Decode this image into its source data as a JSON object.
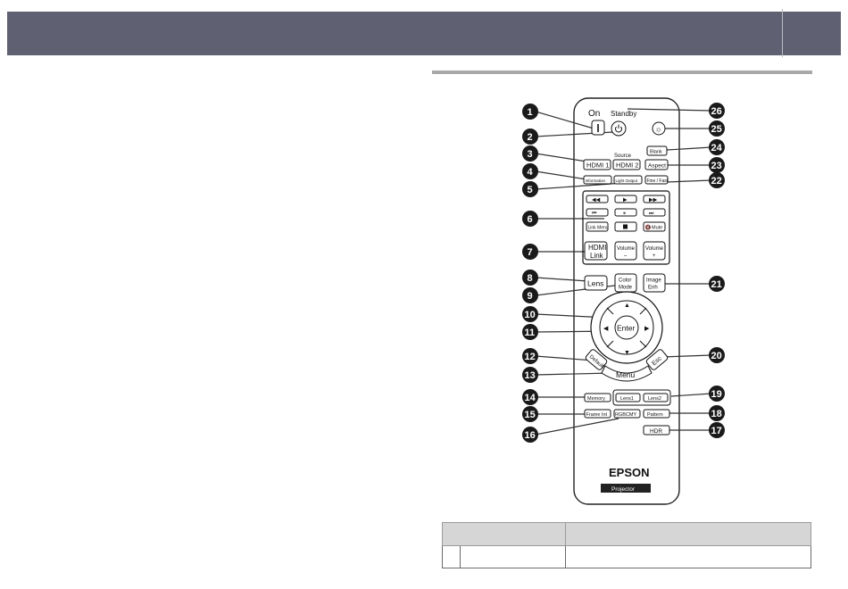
{
  "remote": {
    "labels": {
      "on": "On",
      "standby": "Standby",
      "source": "Source",
      "hdmi1": "HDMI 1",
      "hdmi2": "HDMI 2",
      "information": "Information",
      "light_output": "Light Output",
      "blank": "Blank",
      "aspect": "Aspect",
      "fine_fast": "Fine / Fast",
      "link_menu": "Link Menu",
      "mute": "Mute",
      "hdmi_link_1": "HDMI",
      "hdmi_link_2": "Link",
      "volume": "Volume",
      "minus": "–",
      "plus": "+",
      "lens": "Lens",
      "color_mode_1": "Color",
      "color_mode_2": "Mode",
      "image_enh_1": "Image",
      "image_enh_2": "Enh",
      "enter": "Enter",
      "default": "Default",
      "menu": "Menu",
      "esc": "Esc",
      "memory": "Memory",
      "lens1": "Lens1",
      "lens2": "Lens2",
      "frame_int": "Frame Int",
      "rgbcmy": "RGBCMY",
      "pattern": "Pattern",
      "hdr": "HDR",
      "brand": "EPSON",
      "projector": "Projector"
    },
    "icons": {
      "power": "power-icon",
      "light": "light-icon",
      "rewind": "rewind-icon",
      "play": "play-icon",
      "fast_forward": "fast-forward-icon",
      "skip_back": "skip-back-icon",
      "pause": "pause-icon",
      "skip_forward": "skip-forward-icon",
      "stop": "stop-icon",
      "mute": "mute-icon",
      "arrow_up": "arrow-up-icon",
      "arrow_down": "arrow-down-icon",
      "arrow_left": "arrow-left-icon",
      "arrow_right": "arrow-right-icon"
    },
    "callouts": {
      "n1": "1",
      "n2": "2",
      "n3": "3",
      "n4": "4",
      "n5": "5",
      "n6": "6",
      "n7": "7",
      "n8": "8",
      "n9": "9",
      "n10": "10",
      "n11": "11",
      "n12": "12",
      "n13": "13",
      "n14": "14",
      "n15": "15",
      "n16": "16",
      "n17": "17",
      "n18": "18",
      "n19": "19",
      "n20": "20",
      "n21": "21",
      "n22": "22",
      "n23": "23",
      "n24": "24",
      "n25": "25",
      "n26": "26"
    }
  },
  "table": {
    "headers": [
      "",
      ""
    ],
    "rows": [
      [
        "",
        "",
        ""
      ]
    ]
  }
}
